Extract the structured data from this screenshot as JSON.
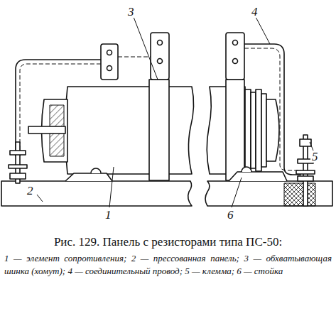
{
  "diagram": {
    "caption": "Рис. 129. Панель с резисторами типа ПС-50:",
    "labels": [
      "3",
      "4",
      "5",
      "2",
      "1",
      "6",
      "1 — элемент сопротивления; 2 — прессованная панель; 3 — обхватывающая шинка (хомут); 4 — соединительный провод; 5 — клемма; 6 — стойка"
    ]
  }
}
